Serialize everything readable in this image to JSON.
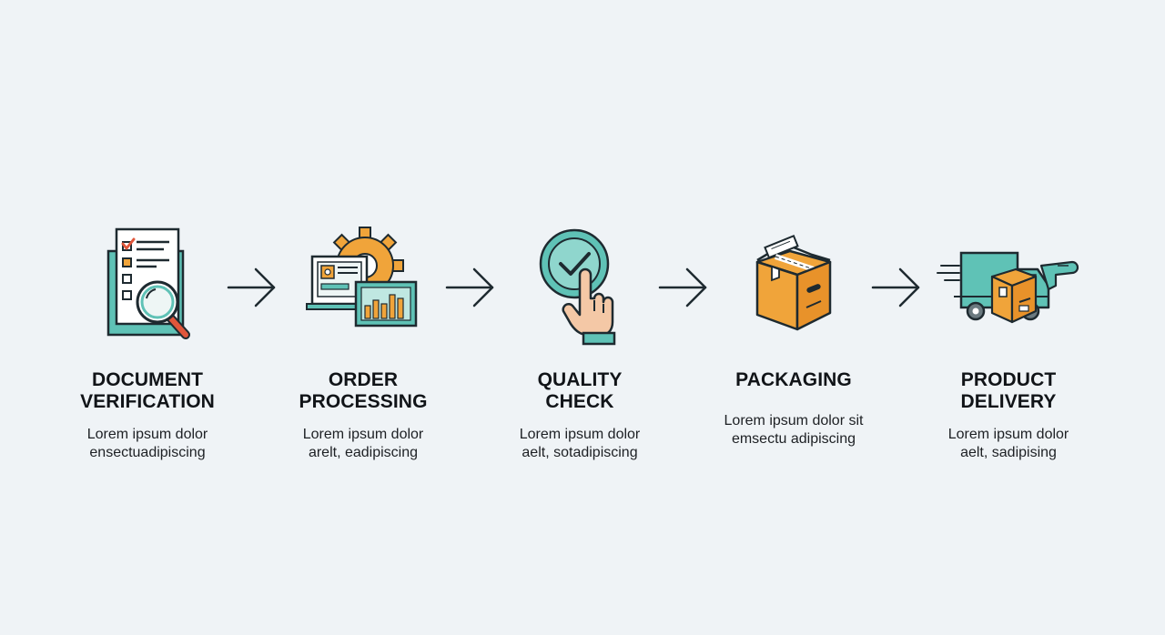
{
  "steps": [
    {
      "title": "DOCUMENT\nVERIFICATION",
      "description": "Lorem ipsum dolor\nensectuadipiscing",
      "icon": "document-magnifier-icon"
    },
    {
      "title": "ORDER\nPROCESSING",
      "description": "Lorem ipsum dolor\narelt, eadipiscing",
      "icon": "gear-monitor-chart-icon"
    },
    {
      "title": "QUALITY\nCHECK",
      "description": "Lorem ipsum dolor\naelt, sotadipiscing",
      "icon": "hand-checkmark-icon"
    },
    {
      "title": "PACKAGING",
      "description": "Lorem ipsum dolor sit\nemsectu adipiscing",
      "icon": "cardboard-box-icon"
    },
    {
      "title": "PRODUCT\nDELIVERY",
      "description": "Lorem ipsum dolor\naelt, sadipising",
      "icon": "delivery-truck-box-icon"
    }
  ],
  "colors": {
    "background": "#eff3f6",
    "teal": "#5fc2b6",
    "orange": "#f0a43a",
    "red": "#e0563b",
    "skin": "#f4c8a6",
    "stroke": "#1e2a30",
    "text": "#111418"
  },
  "arrow_icon": "right-arrow-icon"
}
